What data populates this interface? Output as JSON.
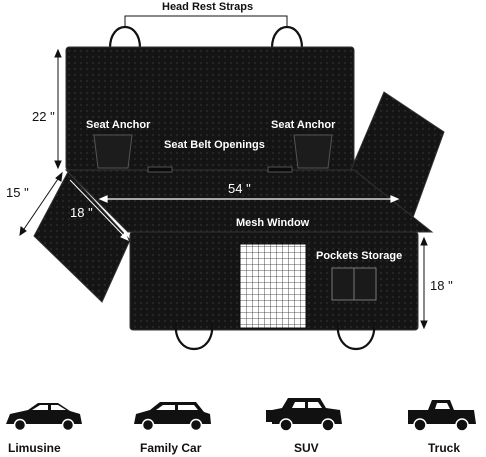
{
  "labels": {
    "head_rest_straps": "Head Rest Straps",
    "seat_anchor_left": "Seat Anchor",
    "seat_anchor_right": "Seat Anchor",
    "seat_belt_openings": "Seat Belt Openings",
    "mesh_window": "Mesh Window",
    "pockets_storage": "Pockets Storage"
  },
  "dimensions": {
    "height_back": "22 \"",
    "width_total": "54 \"",
    "side_flap_width": "15 \"",
    "side_flap_length": "18 \"",
    "seat_depth": "18 \""
  },
  "vehicles": [
    {
      "label": "Limusine",
      "icon": "sedan-car-icon"
    },
    {
      "label": "Family Car",
      "icon": "wagon-car-icon"
    },
    {
      "label": "SUV",
      "icon": "suv-icon"
    },
    {
      "label": "Truck",
      "icon": "pickup-truck-icon"
    }
  ],
  "colors": {
    "cover": "#111111",
    "cover_edge": "#2a2a2a",
    "mesh_bg": "#ffffff",
    "line": "#111111"
  }
}
